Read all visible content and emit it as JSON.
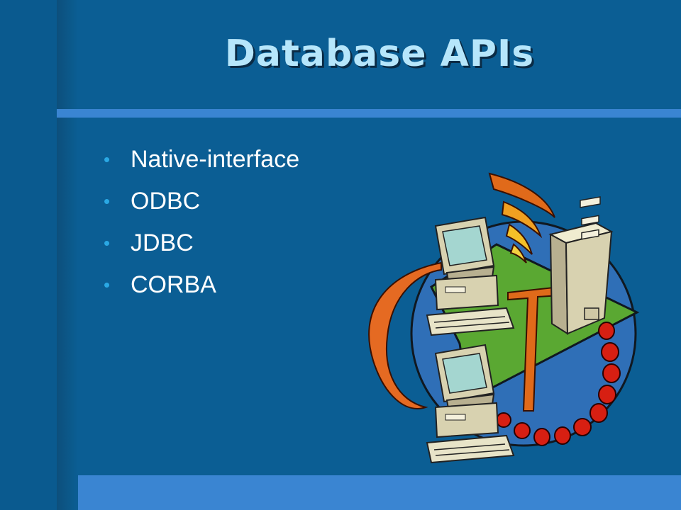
{
  "slide": {
    "title": "Database APIs",
    "bullets": [
      "Native-interface",
      "ODBC",
      "JDBC",
      "CORBA"
    ],
    "bullet_char": "•"
  },
  "colors": {
    "background": "#0b5e94",
    "accent_bar": "#3a85d2",
    "title_text": "#b6e6fb",
    "bullet_dot": "#2aa8e4",
    "bullet_text": "#ffffff"
  },
  "clipart": {
    "icons": [
      "network-computers-clipart",
      "server-tower-icon",
      "desktop-computer-icon",
      "wireless-signal-icon"
    ]
  }
}
